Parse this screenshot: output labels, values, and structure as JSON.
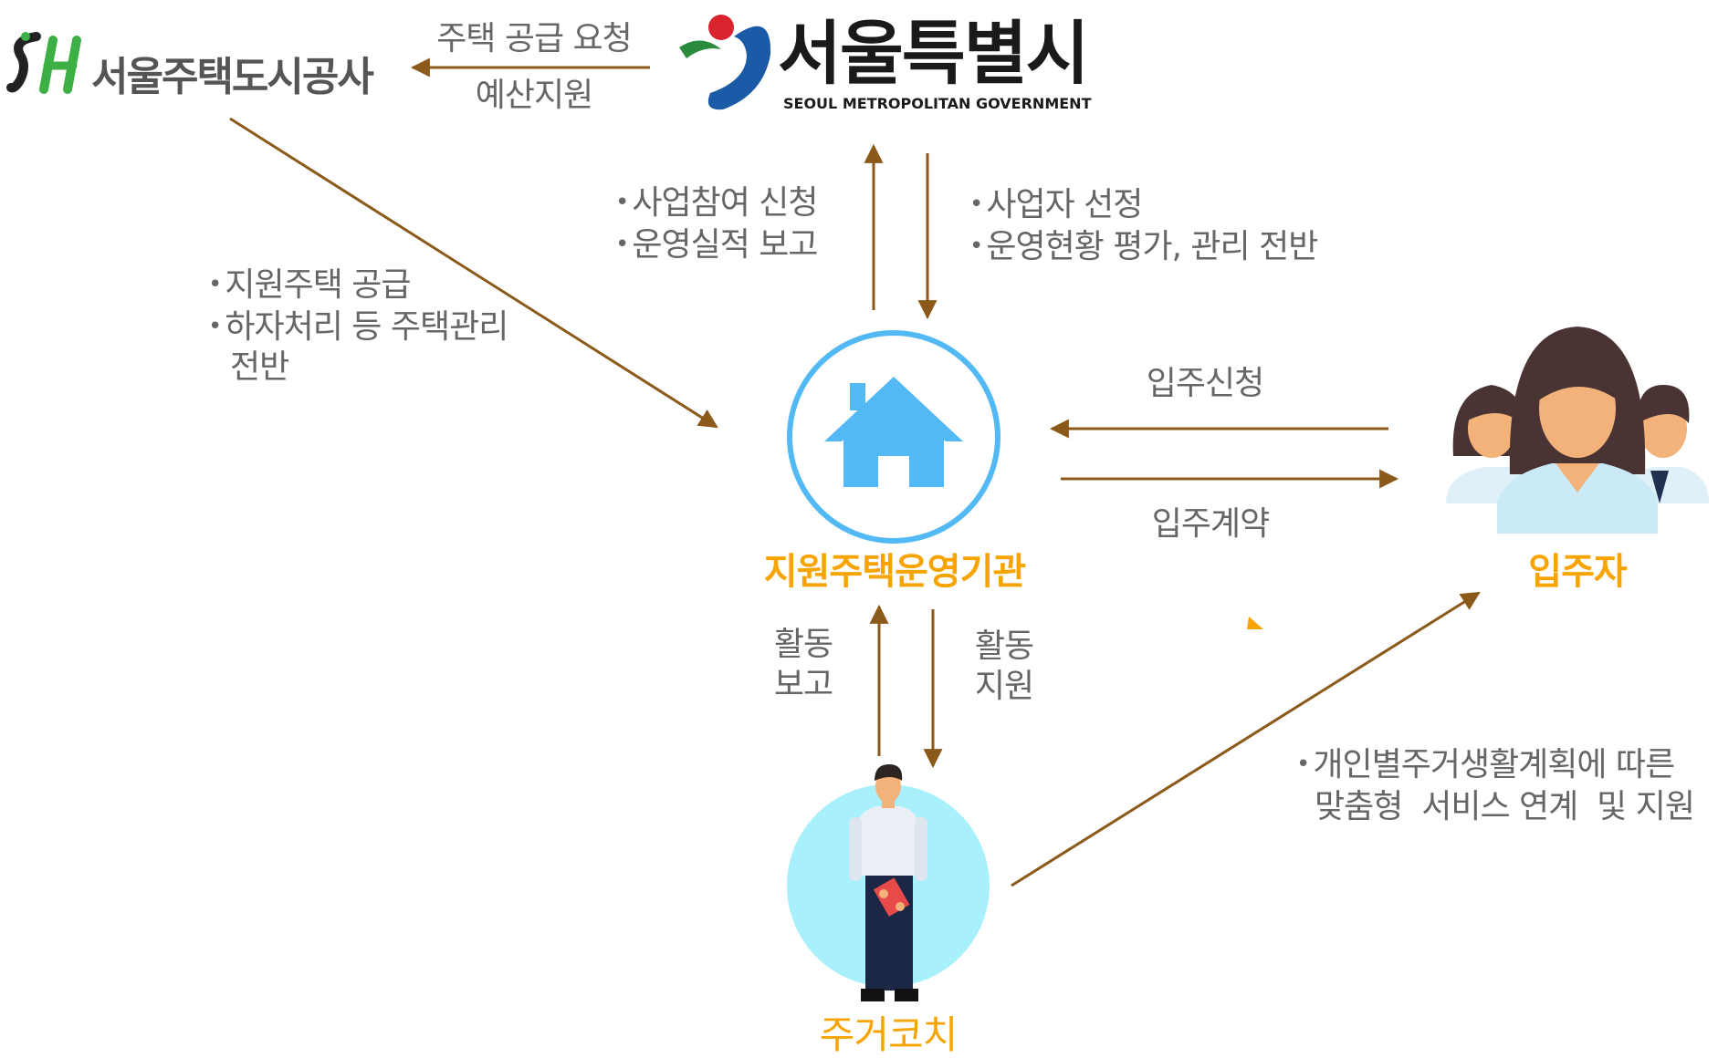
{
  "colors": {
    "arrow": "#8b5a1a",
    "accent_orange": "#f7a400",
    "house_blue": "#53b9f5",
    "circle_cyan": "#a8f0fb",
    "sh_green": "#3cb044",
    "text_gray": "#666666"
  },
  "sh_logo": {
    "mark": "SH",
    "name": "서울주택도시공사"
  },
  "seoul_logo": {
    "name": "서울특별시",
    "subtitle": "SEOUL METROPOLITAN GOVERNMENT"
  },
  "arrows": {
    "seoul_to_sh": {
      "top": "주택 공급 요청",
      "bottom": "예산지원"
    },
    "to_seoul": {
      "line1": "사업참여 신청",
      "line2": "운영실적 보고"
    },
    "from_seoul": {
      "line1": "사업자 선정",
      "line2": "운영현황 평가, 관리 전반"
    },
    "sh_to_org": {
      "line1": "지원주택 공급",
      "line2": "하자처리 등 주택관리",
      "line3": "전반"
    },
    "resident_to_org": "입주신청",
    "org_to_resident": "입주계약",
    "coach_to_org": {
      "line1": "활동",
      "line2": "보고"
    },
    "org_to_coach": {
      "line1": "활동",
      "line2": "지원"
    },
    "coach_to_resident": {
      "line1": "개인별주거생활계획에 따른",
      "line2": "맞춤형  서비스 연계  및 지원"
    }
  },
  "nodes": {
    "operator": "지원주택운영기관",
    "resident": "입주자",
    "coach": "주거코치"
  },
  "icons": {
    "operator": "house-icon",
    "resident": "resident-group-icon",
    "coach": "housing-coach-person-icon"
  }
}
